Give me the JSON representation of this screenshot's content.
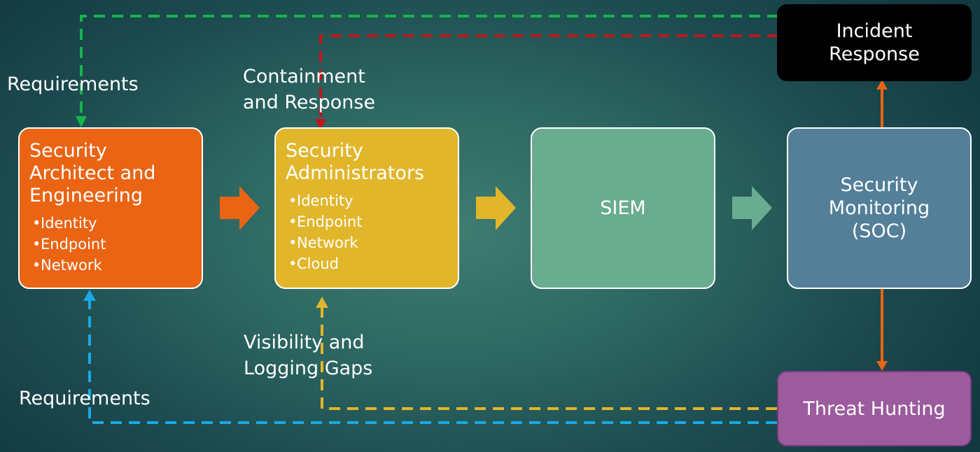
{
  "boxes": {
    "architect": {
      "title": "Security\nArchitect and\nEngineering",
      "items": [
        "Identity",
        "Endpoint",
        "Network"
      ]
    },
    "administrators": {
      "title": "Security\nAdministrators",
      "items": [
        "Identity",
        "Endpoint",
        "Network",
        "Cloud"
      ]
    },
    "siem": {
      "title": "SIEM"
    },
    "soc": {
      "title": "Security\nMonitoring\n(SOC)"
    },
    "incident_response": {
      "title": "Incident\nResponse"
    },
    "threat_hunting": {
      "title": "Threat Hunting"
    }
  },
  "labels": {
    "requirements_top": "Requirements",
    "requirements_bottom": "Requirements",
    "containment": "Containment\nand Response",
    "visibility": "Visibility and\nLogging Gaps"
  },
  "colors": {
    "architect": "#ea6414",
    "administrators": "#e1b62b",
    "siem": "#6aac90",
    "soc": "#537f98",
    "incident_response": "#000000",
    "threat_hunting": "#9b5b9d",
    "requirements_top_line": "#16b34c",
    "containment_line": "#c0161c",
    "visibility_line": "#e2b52a",
    "requirements_bottom_line": "#1aa8e6",
    "soc_link_line": "#ea6414"
  }
}
